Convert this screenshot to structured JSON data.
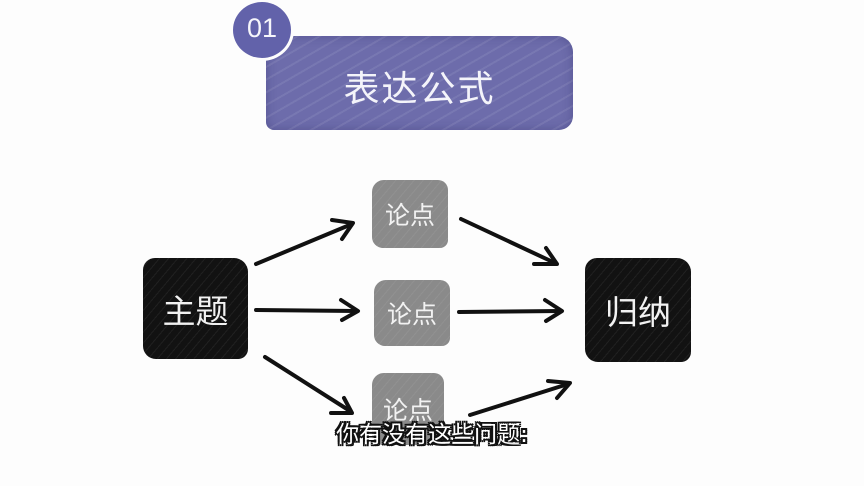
{
  "header": {
    "badge_number": "01",
    "title": "表达公式"
  },
  "diagram": {
    "source": {
      "label": "主题"
    },
    "points": [
      {
        "label": "论点"
      },
      {
        "label": "论点"
      },
      {
        "label": "论点"
      }
    ],
    "conclusion": {
      "label": "归纳"
    },
    "colors": {
      "banner": "#6d6cab",
      "badge": "#6262aa",
      "dark_box": "#121212",
      "point_box": "#8a8a8a",
      "arrow": "#111111"
    }
  },
  "caption": {
    "text": "你有没有这些问题:"
  }
}
